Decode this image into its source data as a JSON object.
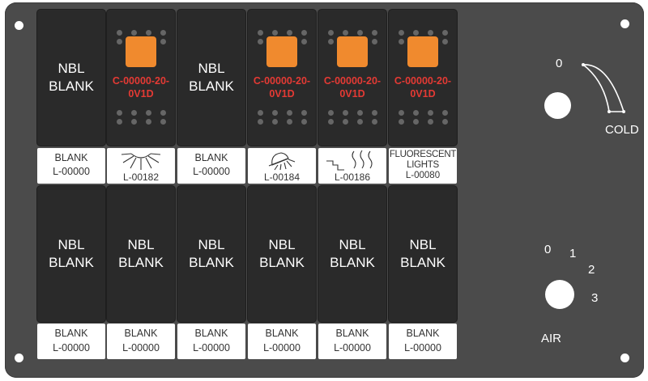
{
  "top_switches": [
    {
      "type": "blank",
      "text": "NBL\nBLANK"
    },
    {
      "type": "lamp",
      "part": "C-00000-20-\n0V1D"
    },
    {
      "type": "blank",
      "text": "NBL\nBLANK"
    },
    {
      "type": "lamp",
      "part": "C-00000-20-\n0V1D"
    },
    {
      "type": "lamp",
      "part": "C-00000-20-\n0V1D"
    },
    {
      "type": "lamp",
      "part": "C-00000-20-\n0V1D"
    }
  ],
  "top_labels": [
    {
      "line1": "BLANK",
      "line2": "L-00000",
      "icon": ""
    },
    {
      "line1": "",
      "line2": "L-00182",
      "icon": "sun-icon"
    },
    {
      "line1": "BLANK",
      "line2": "L-00000",
      "icon": ""
    },
    {
      "line1": "",
      "line2": "L-00184",
      "icon": "dome-light-icon"
    },
    {
      "line1": "",
      "line2": "L-00186",
      "icon": "steps-heat-icon"
    },
    {
      "line1": "FLUORESCENT\nLIGHTS",
      "line2": "L-00080",
      "icon": ""
    }
  ],
  "bottom_switches": [
    {
      "text": "NBL\nBLANK"
    },
    {
      "text": "NBL\nBLANK"
    },
    {
      "text": "NBL\nBLANK"
    },
    {
      "text": "NBL\nBLANK"
    },
    {
      "text": "NBL\nBLANK"
    },
    {
      "text": "NBL\nBLANK"
    }
  ],
  "bottom_labels": [
    {
      "line1": "BLANK",
      "line2": "L-00000"
    },
    {
      "line1": "BLANK",
      "line2": "L-00000"
    },
    {
      "line1": "BLANK",
      "line2": "L-00000"
    },
    {
      "line1": "BLANK",
      "line2": "L-00000"
    },
    {
      "line1": "BLANK",
      "line2": "L-00000"
    },
    {
      "line1": "BLANK",
      "line2": "L-00000"
    }
  ],
  "temp_control": {
    "min_label": "0",
    "max_label": "COLD"
  },
  "air_control": {
    "positions": [
      "0",
      "1",
      "2",
      "3"
    ],
    "label": "AIR"
  },
  "colors": {
    "panel": "#4b4b4b",
    "switch": "#2a2a2a",
    "lamp": "#f08a2e",
    "part_text": "#e43a34",
    "label_bg": "#ffffff"
  }
}
